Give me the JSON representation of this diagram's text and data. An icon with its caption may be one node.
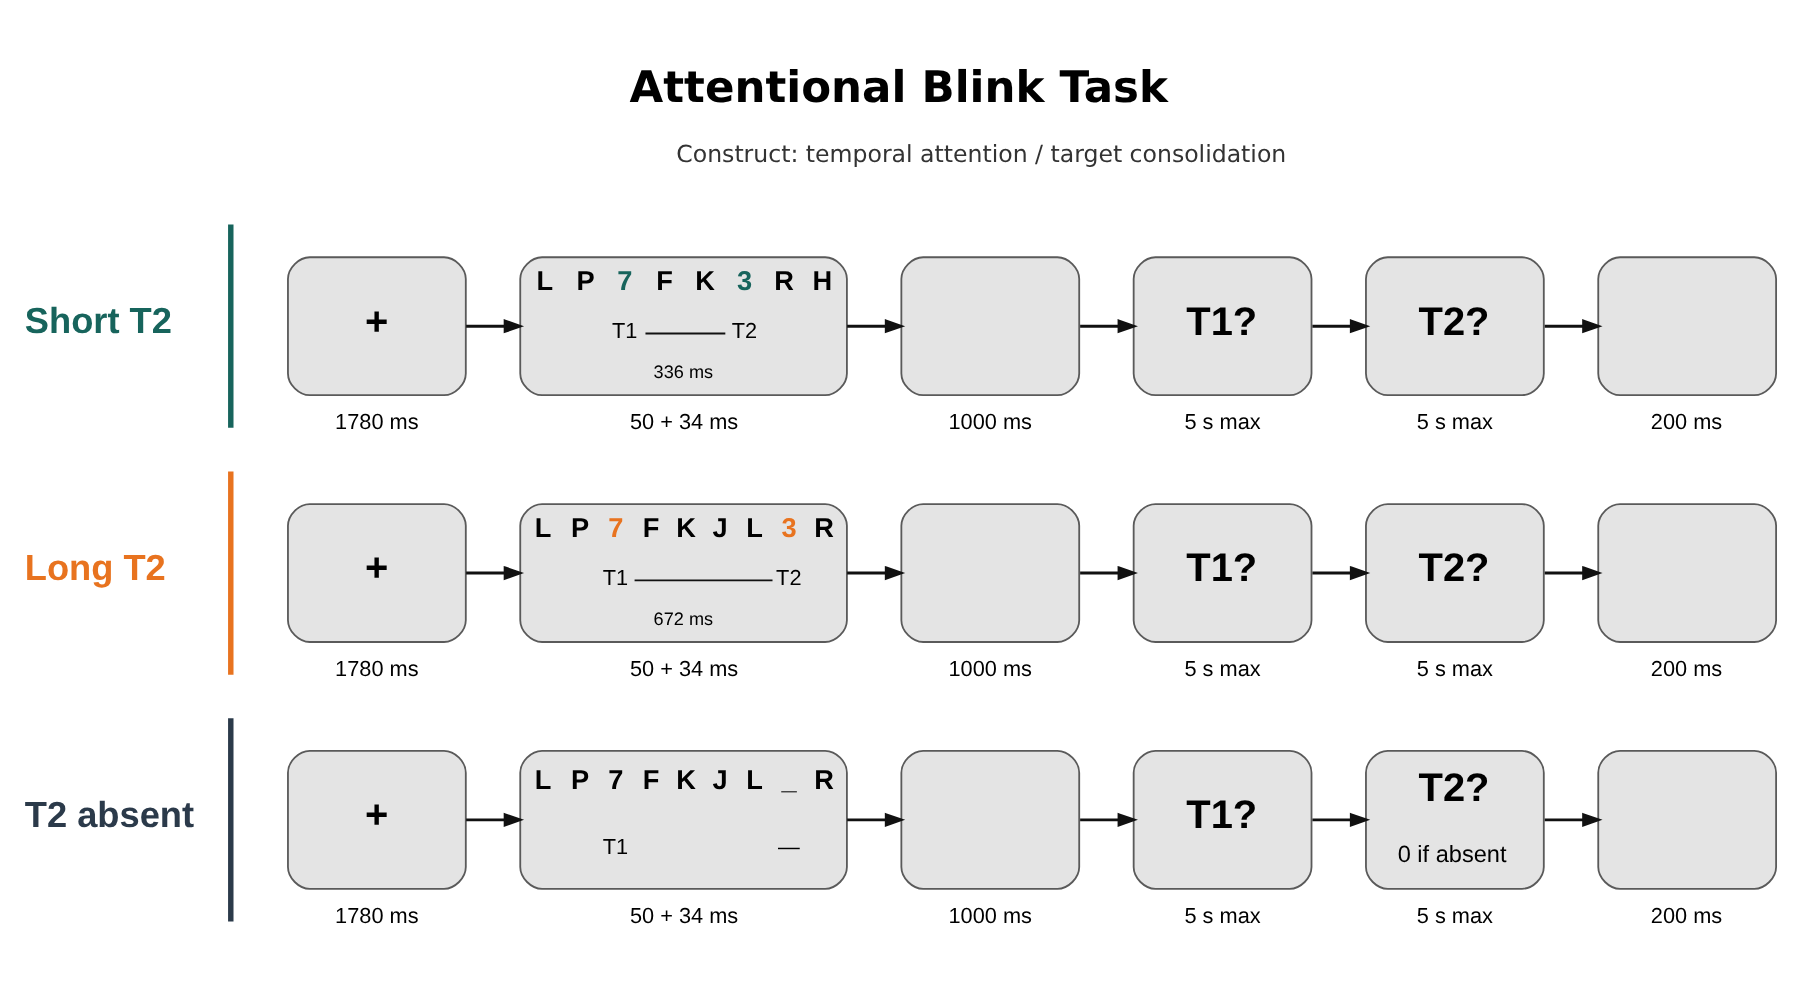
{
  "diagram": {
    "title": "Attentional Blink Task",
    "nodes": [
      {
        "text": [
          "+"
        ],
        "beside": [
          "1780 ms"
        ]
      },
      {
        "text": [
          "L P 7 F K 3 R H",
          "T1",
          "T2",
          "336 ms"
        ],
        "beside": [
          "50 + 34 ms"
        ]
      },
      {
        "text": [],
        "shape": "box",
        "beside": [
          "1000 ms"
        ]
      },
      {
        "text": [
          "T1?"
        ],
        "beside": [
          "5 s max"
        ]
      },
      {
        "text": [
          "T2?"
        ],
        "beside": [
          "5 s max"
        ]
      },
      {
        "text": [],
        "shape": "box",
        "beside": [
          "200 ms"
        ]
      },
      {
        "text": [
          "+"
        ],
        "beside": [
          "1780 ms"
        ]
      },
      {
        "text": [
          "L P 7 F K J L 3 R",
          "T1",
          "T2",
          "672 ms"
        ],
        "beside": [
          "50 + 34 ms"
        ]
      },
      {
        "text": [],
        "shape": "box",
        "beside": [
          "1000 ms"
        ]
      },
      {
        "text": [
          "T1?"
        ],
        "beside": [
          "5 s max"
        ]
      },
      {
        "text": [
          "T2?"
        ],
        "beside": [
          "5 s max"
        ]
      },
      {
        "text": [],
        "shape": "box",
        "beside": [
          "200 ms"
        ]
      },
      {
        "text": [
          "+"
        ],
        "beside": [
          "1780 ms"
        ]
      },
      {
        "text": [
          "L P 7 F K J L _ R",
          "T1",
          "—"
        ],
        "beside": [
          "50 + 34 ms"
        ]
      },
      {
        "text": [],
        "shape": "box",
        "beside": [
          "1000 ms"
        ]
      },
      {
        "text": [
          "T1?"
        ],
        "beside": [
          "5 s max"
        ]
      },
      {
        "text": [
          "T2?",
          "0 if absent"
        ],
        "beside": [
          "5 s max"
        ]
      },
      {
        "text": [],
        "shape": "box",
        "beside": [
          "200 ms"
        ]
      }
    ],
    "edges": [
      {
        "from": 0,
        "to": 1,
        "arrow": "to"
      },
      {
        "from": 1,
        "to": 2,
        "arrow": "to"
      },
      {
        "from": 2,
        "to": 3,
        "arrow": "to"
      },
      {
        "from": 3,
        "to": 4,
        "arrow": "to"
      },
      {
        "from": 4,
        "to": 5,
        "arrow": "to"
      },
      {
        "from": 6,
        "to": 7,
        "arrow": "to"
      },
      {
        "from": 7,
        "to": 8,
        "arrow": "to"
      },
      {
        "from": 8,
        "to": 9,
        "arrow": "to"
      },
      {
        "from": 9,
        "to": 10,
        "arrow": "to"
      },
      {
        "from": 10,
        "to": 11,
        "arrow": "to"
      },
      {
        "from": 12,
        "to": 13,
        "arrow": "to"
      },
      {
        "from": 13,
        "to": 14,
        "arrow": "to"
      },
      {
        "from": 14,
        "to": 15,
        "arrow": "to"
      },
      {
        "from": 15,
        "to": 16,
        "arrow": "to"
      },
      {
        "from": 16,
        "to": 17,
        "arrow": "to"
      }
    ],
    "labels": [
      "Construct: temporal attention / target consolidation",
      "Short T2",
      "Long T2",
      "T2 absent"
    ]
  }
}
